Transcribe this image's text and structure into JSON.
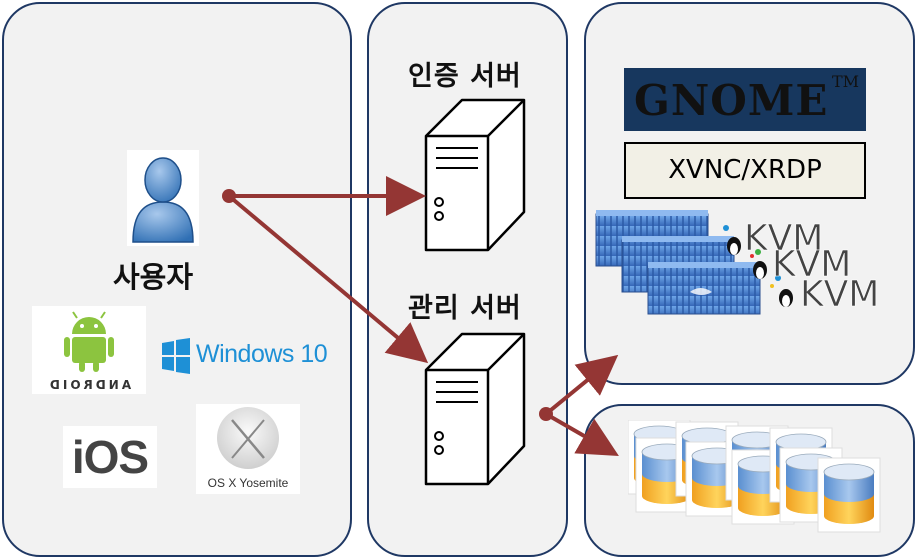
{
  "panels": {
    "client": {
      "user_label": "사용자",
      "logos": {
        "android": "ANDROID",
        "windows": "Windows 10",
        "ios": "iOS",
        "osx": "OS X Yosemite"
      }
    },
    "servers": {
      "auth_label": "인증 서버",
      "mgmt_label": "관리 서버"
    },
    "desktop": {
      "gnome": "GNOME",
      "tm": "TM",
      "xvnc": "XVNC/XRDP",
      "kvm_labels": [
        "KVM",
        "KVM",
        "KVM"
      ]
    },
    "storage": {
      "icon": "database-stack-icon"
    }
  },
  "colors": {
    "panel_border": "#1f3864",
    "panel_fill": "#f2f2f2",
    "arrow": "#943634",
    "gnome_bg": "#17375e",
    "xvnc_bg": "#f2f0e6"
  }
}
